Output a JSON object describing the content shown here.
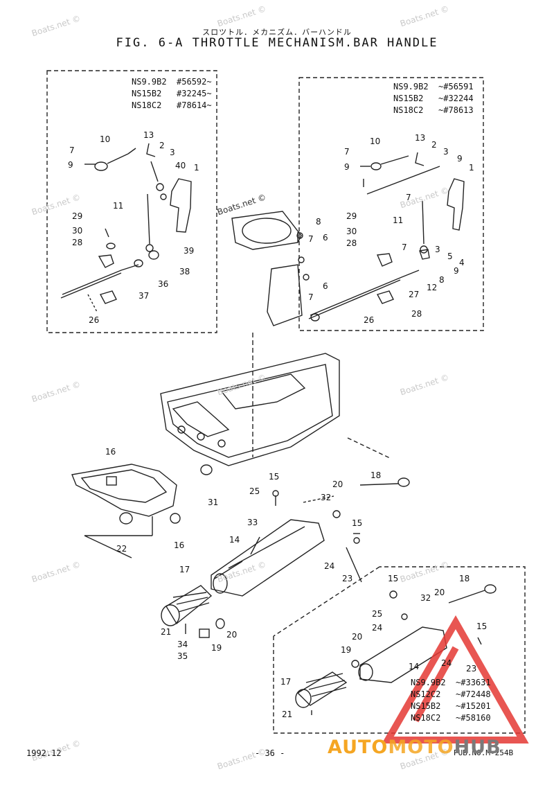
{
  "header": {
    "title_jp": "スロツトル．メカニズム．バーハンドル",
    "title": "FIG.  6-A THROTTLE MECHANISM.BAR HANDLE"
  },
  "panel_left_models": [
    {
      "model": "NS9.9B2",
      "serial": "#56592~"
    },
    {
      "model": "NS15B2",
      "serial": "#32245~"
    },
    {
      "model": "NS18C2",
      "serial": "#78614~"
    }
  ],
  "panel_right_models": [
    {
      "model": "NS9.9B2",
      "serial": "~#56591"
    },
    {
      "model": "NS15B2",
      "serial": "~#32244"
    },
    {
      "model": "NS18C2",
      "serial": "~#78613"
    }
  ],
  "panel_bottom_models": [
    {
      "model": "NS9.9B2",
      "serial": "~#33631"
    },
    {
      "model": "NS12C2",
      "serial": "~#72448"
    },
    {
      "model": "NS15B2",
      "serial": "~#15201"
    },
    {
      "model": "NS18C2",
      "serial": "~#58160"
    }
  ],
  "callouts": {
    "left": [
      "10",
      "13",
      "7",
      "2",
      "3",
      "9",
      "40",
      "1",
      "11",
      "29",
      "30",
      "28",
      "39",
      "38",
      "36",
      "37",
      "26"
    ],
    "right": [
      "10",
      "13",
      "2",
      "7",
      "3",
      "9",
      "9",
      "1",
      "7",
      "11",
      "29",
      "30",
      "28",
      "3",
      "5",
      "4",
      "7",
      "8",
      "12",
      "9",
      "27",
      "26",
      "28"
    ],
    "middle": [
      "8",
      "7",
      "6",
      "6",
      "7"
    ],
    "main": [
      "16",
      "31",
      "22",
      "16",
      "15",
      "25",
      "32",
      "20",
      "18",
      "33",
      "14",
      "15",
      "24",
      "23",
      "17",
      "21",
      "34",
      "35",
      "19",
      "20"
    ],
    "bottom": [
      "15",
      "32",
      "20",
      "18",
      "25",
      "24",
      "20",
      "19",
      "14",
      "24",
      "23",
      "15",
      "17",
      "21"
    ]
  },
  "watermark": "Boats.net ©",
  "footer": {
    "date": "1992.12",
    "page": "- 36 -",
    "pub": "PUB.NO.M-254B"
  },
  "brand": {
    "part1": "AUTO",
    "part2": "MOTO",
    "part3": "HUB",
    "colors": {
      "primary": "#f5a623",
      "secondary": "#7a7a7a",
      "triangle": "#e53935"
    }
  }
}
